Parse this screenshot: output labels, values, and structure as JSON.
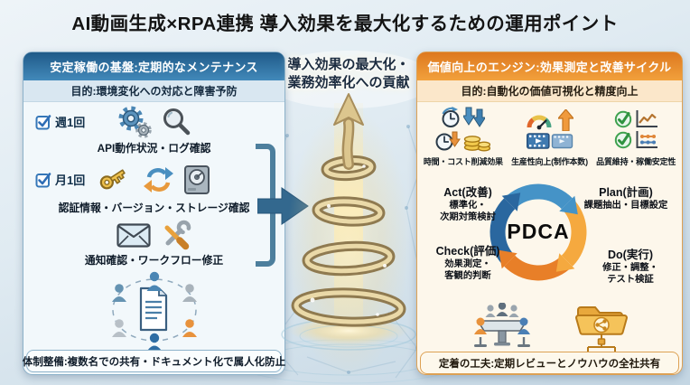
{
  "title": "AI動画生成×RPA連携 導入効果を最大化するための運用ポイント",
  "colors": {
    "left_accent": "#2a6496",
    "right_accent": "#e8821e",
    "connector_arrow": "#33688e",
    "pdca_blue": "#4593c7",
    "pdca_dark_blue": "#2a679f",
    "pdca_orange": "#f5a93f",
    "pdca_deep_orange": "#e87f28",
    "spiral_gold": "#d9c288"
  },
  "left_panel": {
    "header": "安定稼働の基盤:定期的なメンテナンス",
    "purpose": "目的:環境変化への対応と障害予防",
    "items": [
      {
        "frequency": "週1回",
        "label": "API動作状況・ログ確認",
        "icons": [
          "gears-icon",
          "magnifier-icon"
        ]
      },
      {
        "frequency": "月1回",
        "label": "認証情報・バージョン・ストレージ確認",
        "icons": [
          "key-icon",
          "sync-icon",
          "harddisk-icon"
        ]
      },
      {
        "frequency": "",
        "label": "通知確認・ワークフロー修正",
        "icons": [
          "envelope-icon",
          "tools-icon"
        ]
      }
    ],
    "illustration": "team-document-icon",
    "footer": "体制整備:複数名での共有・ドキュメント化で属人化防止"
  },
  "center": {
    "caption_line1": "導入効果の最大化・",
    "caption_line2": "業務効率化への貢献",
    "illustration": "golden-spiral-arrow",
    "connector": "right-arrow-icon"
  },
  "right_panel": {
    "header": "価値向上のエンジン:効果測定と改善サイクル",
    "purpose": "目的:自動化の価値可視化と精度向上",
    "metrics": [
      {
        "label": "時間・コスト削減効果",
        "icons": [
          "clock-refresh-icon",
          "double-down-arrow-icon",
          "clock-cost-icon",
          "coins-icon"
        ]
      },
      {
        "label": "生産性向上(制作本数)",
        "icons": [
          "gauge-icon",
          "up-arrow-icon",
          "film-strips-icon"
        ]
      },
      {
        "label": "品質維持・稼働安定性",
        "icons": [
          "check-circle-icon",
          "line-chart-icon",
          "dot-line-chart-icon"
        ]
      }
    ],
    "pdca": {
      "center_label": "PDCA",
      "act_title": "Act(改善)",
      "act_desc1": "標準化・",
      "act_desc2": "次期対策検討",
      "plan_title": "Plan(計画)",
      "plan_desc1": "課題抽出・目標設定",
      "check_title": "Check(評価)",
      "check_desc1": "効果測定・",
      "check_desc2": "客観的判断",
      "do_title": "Do(実行)",
      "do_desc1": "修正・調整・",
      "do_desc2": "テスト検証"
    },
    "adoption_icons": [
      "meeting-icon",
      "shared-folder-icon"
    ],
    "footer": "定着の工夫:定期レビューとノウハウの全社共有"
  }
}
